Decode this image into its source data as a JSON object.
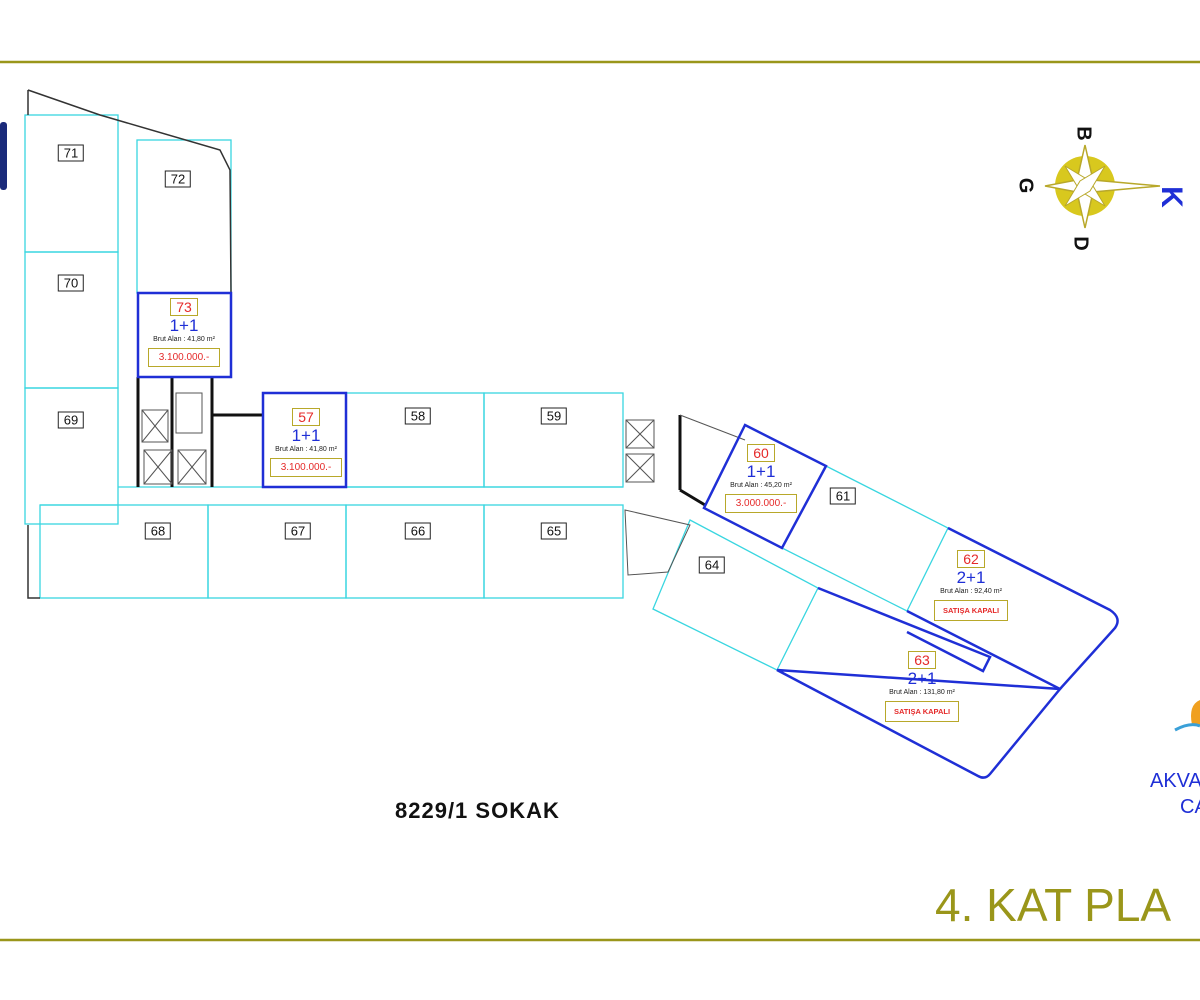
{
  "plan": {
    "title": "4. KAT PLA",
    "street": "8229/1 SOKAK",
    "brand_line1": "AKVA",
    "brand_line2": "CA",
    "compass": {
      "north": "K",
      "south": "G",
      "west": "B",
      "east": "D"
    },
    "colors": {
      "line": "#9a961a",
      "wall": "#39d6e0",
      "highlight": "#1f2fd6",
      "label": "#e52a2a"
    },
    "plain_units": [
      "71",
      "70",
      "69",
      "72",
      "58",
      "59",
      "68",
      "67",
      "66",
      "65",
      "61",
      "64"
    ],
    "units": [
      {
        "no": "73",
        "type": "1+1",
        "area": "Brut Alan : 41,80 m²",
        "price": "3.100.000.-"
      },
      {
        "no": "57",
        "type": "1+1",
        "area": "Brut Alan : 41,80 m²",
        "price": "3.100.000.-"
      },
      {
        "no": "60",
        "type": "1+1",
        "area": "Brut Alan : 45,20 m²",
        "price": "3.000.000.-"
      },
      {
        "no": "62",
        "type": "2+1",
        "area": "Brut Alan : 92,40 m²",
        "price": "SATIŞA KAPALI"
      },
      {
        "no": "63",
        "type": "2+1",
        "area": "Brut Alan : 131,80 m²",
        "price": "SATIŞA KAPALI"
      }
    ]
  }
}
